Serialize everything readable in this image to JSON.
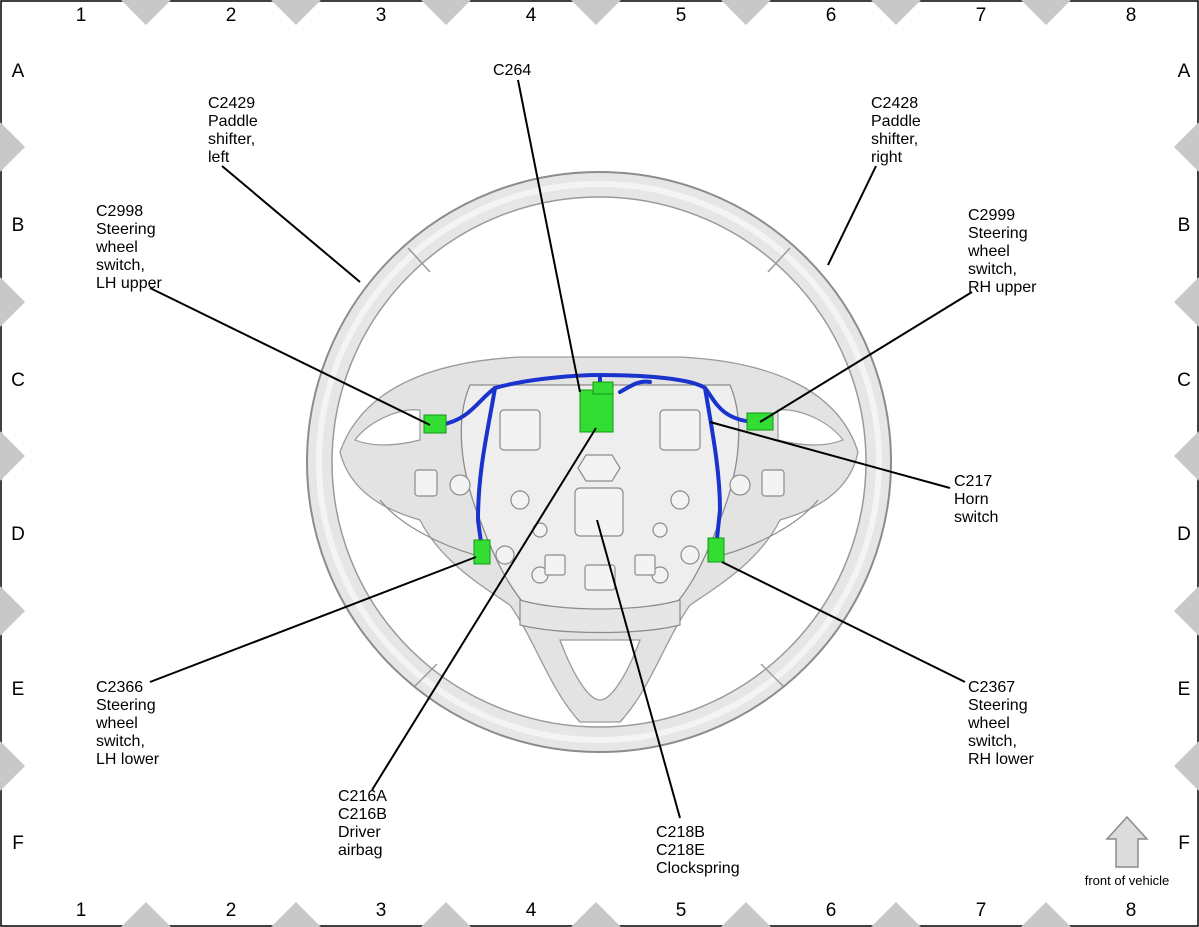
{
  "grid": {
    "columns": [
      "1",
      "2",
      "3",
      "4",
      "5",
      "6",
      "7",
      "8"
    ],
    "rows": [
      "A",
      "B",
      "C",
      "D",
      "E",
      "F"
    ]
  },
  "colors": {
    "connector": "#33dd33",
    "harness": "#1a33cc",
    "wheel": "#e6e6e6",
    "border_triangle": "#c8c8c8"
  },
  "callouts": {
    "c264": [
      "C264"
    ],
    "c2429": [
      "C2429",
      "Paddle",
      "shifter,",
      "left"
    ],
    "c2428": [
      "C2428",
      "Paddle",
      "shifter,",
      "right"
    ],
    "c2998": [
      "C2998",
      "Steering",
      "wheel",
      "switch,",
      "LH upper"
    ],
    "c2999": [
      "C2999",
      "Steering",
      "wheel",
      "switch,",
      "RH upper"
    ],
    "c217": [
      "C217",
      "Horn",
      "switch"
    ],
    "c2366": [
      "C2366",
      "Steering",
      "wheel",
      "switch,",
      "LH lower"
    ],
    "c2367": [
      "C2367",
      "Steering",
      "wheel",
      "switch,",
      "RH lower"
    ],
    "c216": [
      "C216A",
      "C216B",
      "Driver",
      "airbag"
    ],
    "c218": [
      "C218B",
      "C218E",
      "Clockspring"
    ]
  },
  "orientation": {
    "arrow_icon": "up-arrow-icon",
    "label": "front of vehicle"
  }
}
